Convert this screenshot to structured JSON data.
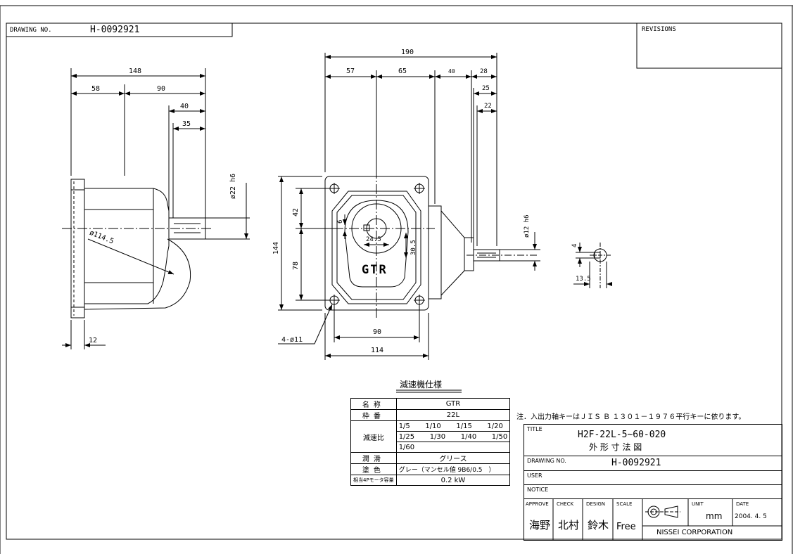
{
  "header": {
    "drawing_no_label": "DRAWING NO.",
    "drawing_no": "H-0092921",
    "revisions_label": "REVISIONS"
  },
  "side_view": {
    "dims": {
      "overall": "148",
      "left": "58",
      "right": "90",
      "shaft_40": "40",
      "shaft_35": "35",
      "shaft_dia": "ø22 h6",
      "flange_dia": "ø114.5",
      "flange_thk": "12"
    }
  },
  "front_view": {
    "dims": {
      "overall": "190",
      "d57": "57",
      "d65": "65",
      "d40": "40",
      "d28": "28",
      "d25": "25",
      "d22": "22",
      "height": "144",
      "upper": "42",
      "lower": "78",
      "key": "6",
      "bore": "24.5",
      "offset": "30.5",
      "hole_pitch": "90",
      "width": "114",
      "holes": "4-ø11",
      "input_dia": "ø12 h6"
    },
    "logo": "GTR"
  },
  "key_detail": {
    "dims": {
      "key": "4",
      "depth": "13.5"
    }
  },
  "spec_table": {
    "title": "減速機仕様",
    "rows": [
      {
        "key": "名称",
        "value": "GTR"
      },
      {
        "key": "枠番",
        "value": "22L"
      },
      {
        "key": "潤滑",
        "value": "グリース"
      },
      {
        "key": "塗色",
        "value": "グレー（マンセル値 9B6/0.5　）"
      },
      {
        "key": "相当4Pモータ容量",
        "value": "0.2 kW"
      }
    ],
    "ratio_label": "減速比",
    "ratio_rows": [
      [
        "1/5",
        "1/10",
        "1/15",
        "1/20"
      ],
      [
        "1/25",
        "1/30",
        "1/40",
        "1/50"
      ],
      [
        "1/60"
      ]
    ]
  },
  "note": "注．入出力軸キーはＪＩＳ Ｂ １３０１－１９７６平行キーに依ります。",
  "title_block": {
    "title_label": "TITLE",
    "title_line1": "H2F-22L-5~60-020",
    "title_line2": "外 形 寸 法 図",
    "drawing_no_label": "DRAWING NO.",
    "drawing_no": "H-0092921",
    "user_label": "USER",
    "notice_label": "NOTICE",
    "approve_label": "APPROVE",
    "check_label": "CHECK",
    "design_label": "DESIGN",
    "scale_label": "SCALE",
    "unit_label": "UNIT",
    "date_label": "DATE",
    "approve": "海野",
    "check": "北村",
    "design": "鈴木",
    "scale": "Free",
    "unit": "mm",
    "date": "2004. 4. 5",
    "company": "NISSEI CORPORATION"
  }
}
